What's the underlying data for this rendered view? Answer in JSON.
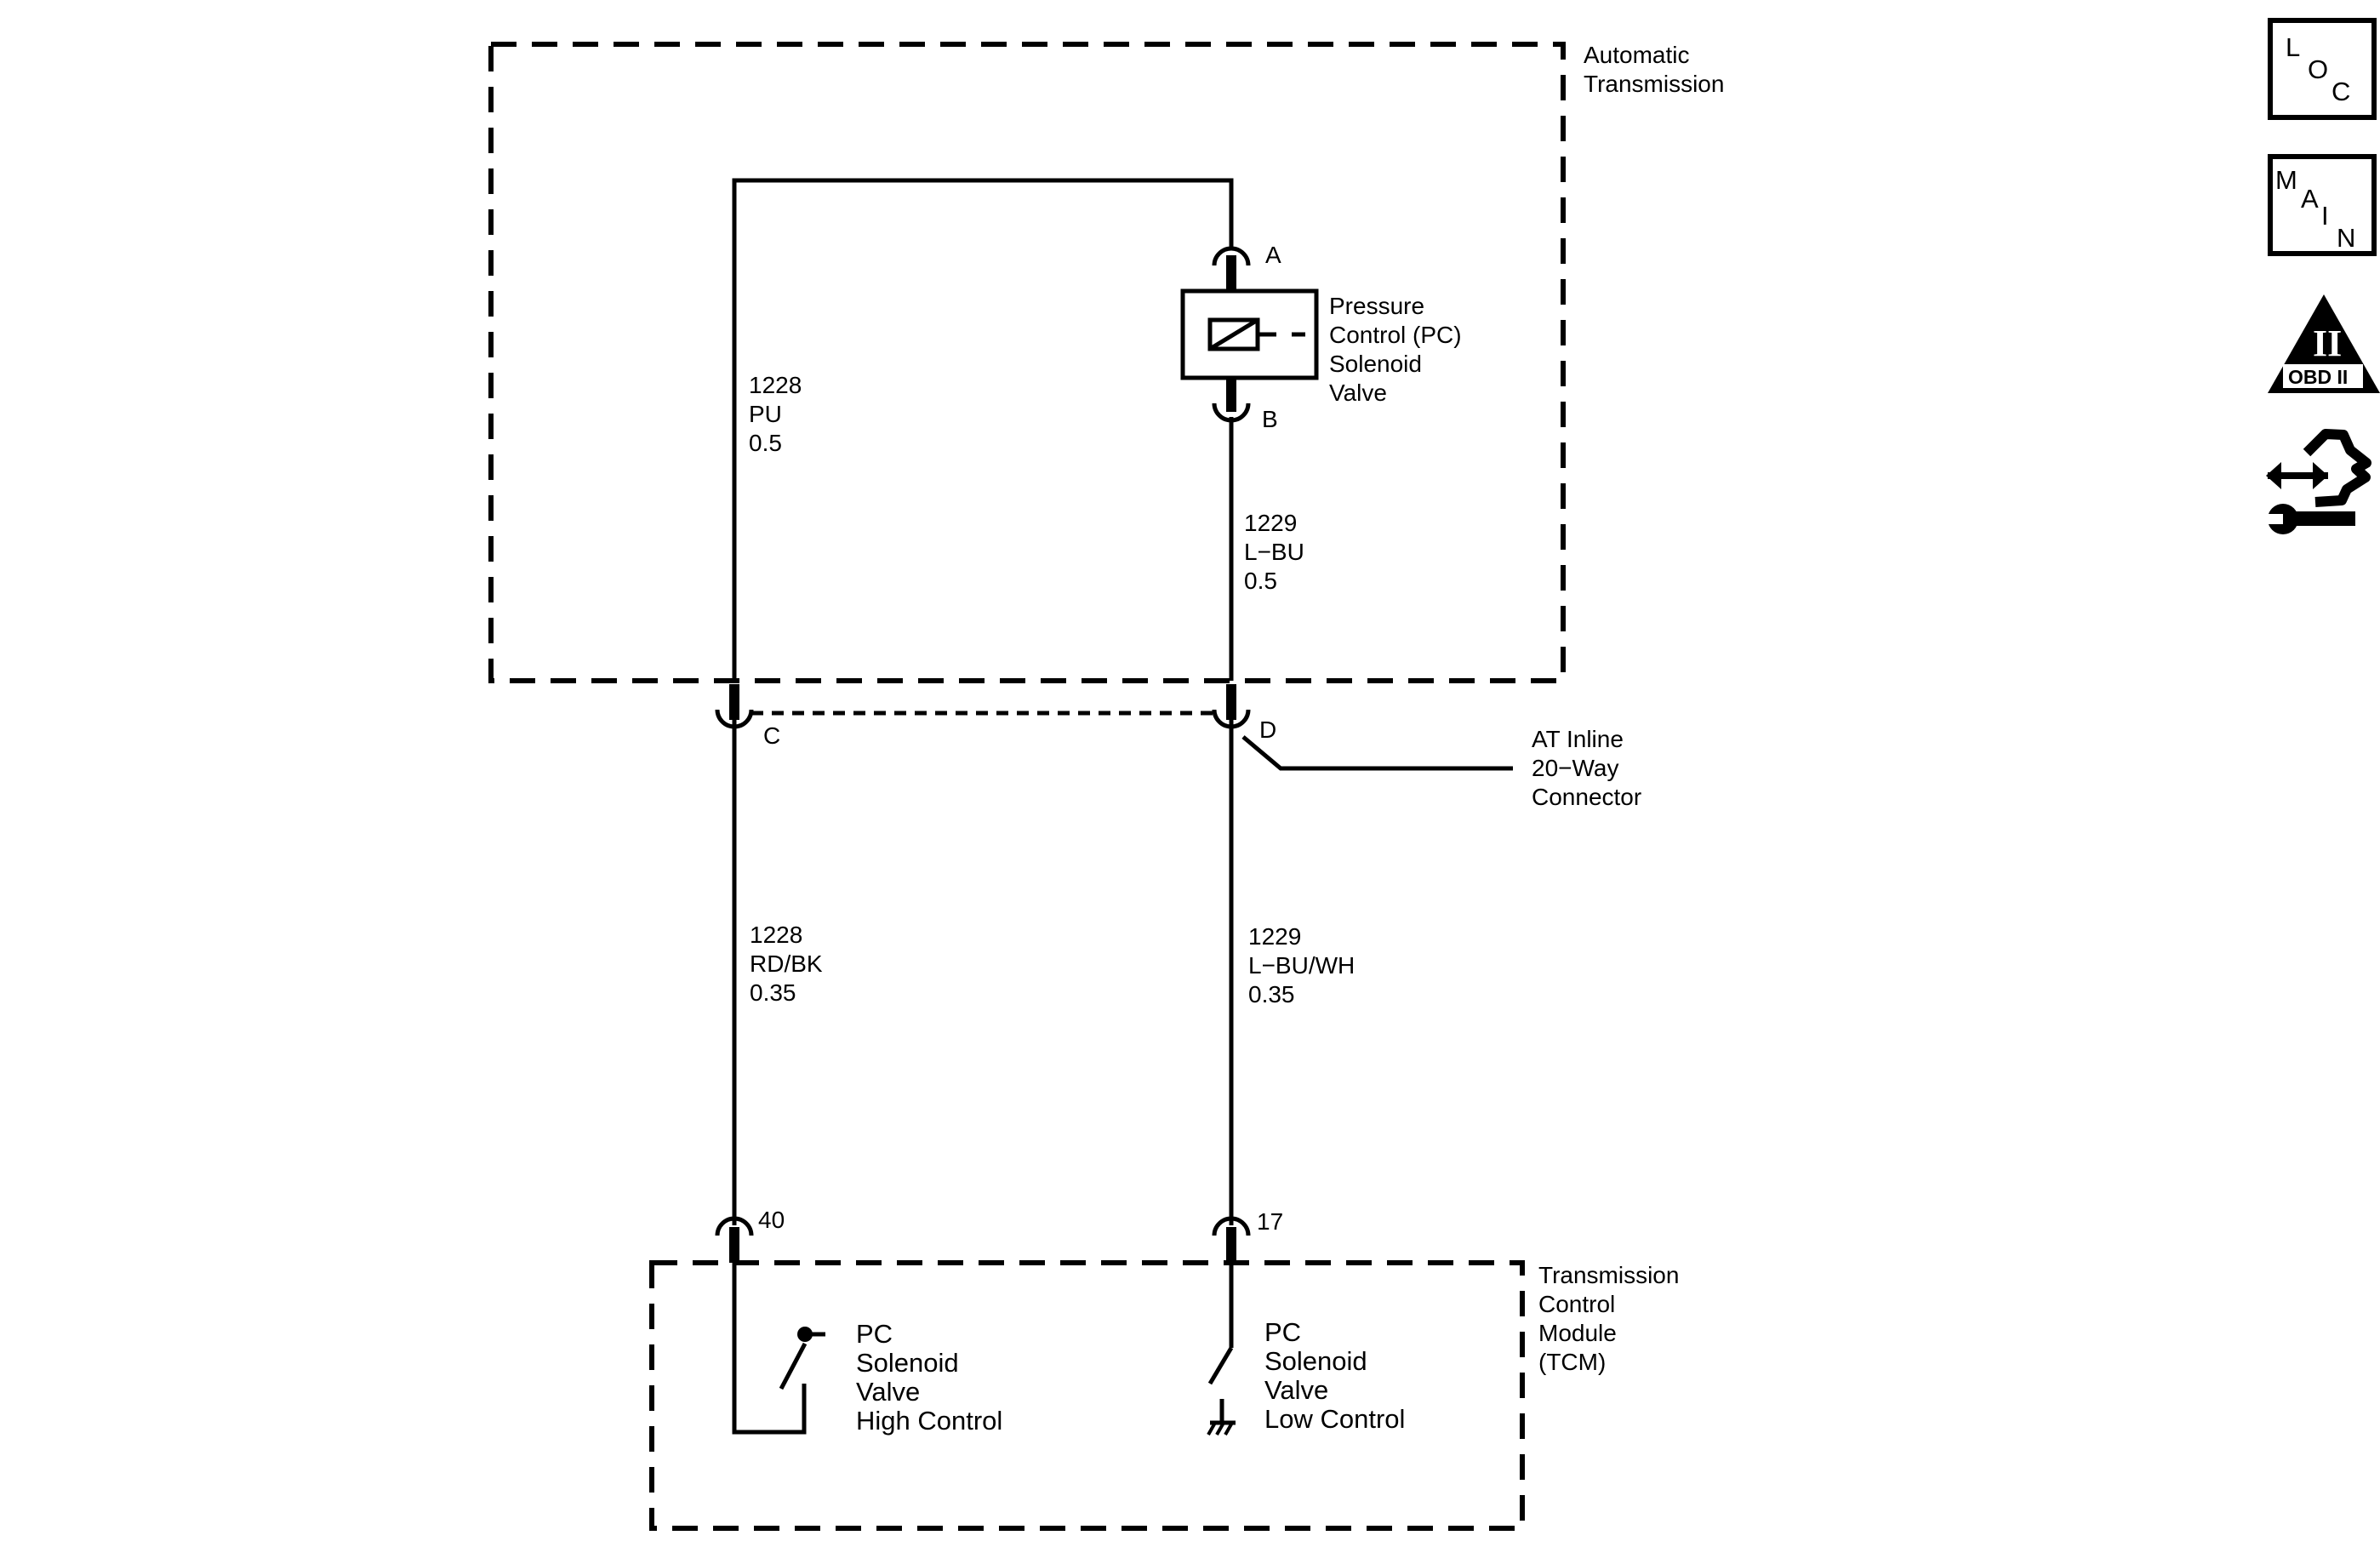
{
  "components": {
    "automatic_transmission": [
      "Automatic",
      "Transmission"
    ],
    "pc_solenoid": [
      "Pressure",
      "Control (PC)",
      "Solenoid",
      "Valve"
    ],
    "inline_connector": [
      "AT Inline",
      "20−Way",
      "Connector"
    ],
    "tcm": [
      "Transmission",
      "Control",
      "Module",
      "(TCM)"
    ],
    "high_control": [
      "PC",
      "Solenoid",
      "Valve",
      "High Control"
    ],
    "low_control": [
      "PC",
      "Solenoid",
      "Valve",
      "Low Control"
    ]
  },
  "terminals": {
    "a": "A",
    "b": "B",
    "c": "C",
    "d": "D",
    "pin_40": "40",
    "pin_17": "17"
  },
  "wires": {
    "w1228_upper": [
      "1228",
      "PU",
      "0.5"
    ],
    "w1229_upper": [
      "1229",
      "L−BU",
      "0.5"
    ],
    "w1228_lower": [
      "1228",
      "RD/BK",
      "0.35"
    ],
    "w1229_lower": [
      "1229",
      "L−BU/WH",
      "0.35"
    ]
  },
  "nav_icons": {
    "loc": [
      "L",
      "O",
      "C"
    ],
    "main": [
      "M",
      "A",
      "I",
      "N"
    ],
    "obd": [
      "II",
      "OBD II"
    ]
  }
}
